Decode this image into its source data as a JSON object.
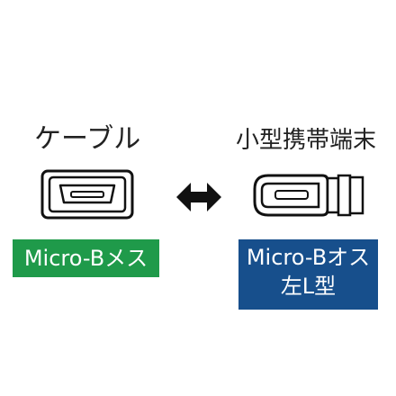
{
  "cable_heading": "ケーブル",
  "device_heading": "小型携帯端末",
  "female_label": "Micro-Bメス",
  "male_label": {
    "line1": "Micro-Bオス",
    "line2": "左L型"
  },
  "colors": {
    "female_label_bg": "#1f9a4a",
    "male_label_bg": "#174f8c",
    "outline": "#111111"
  },
  "icons": {
    "arrow": "double-arrow-icon"
  }
}
